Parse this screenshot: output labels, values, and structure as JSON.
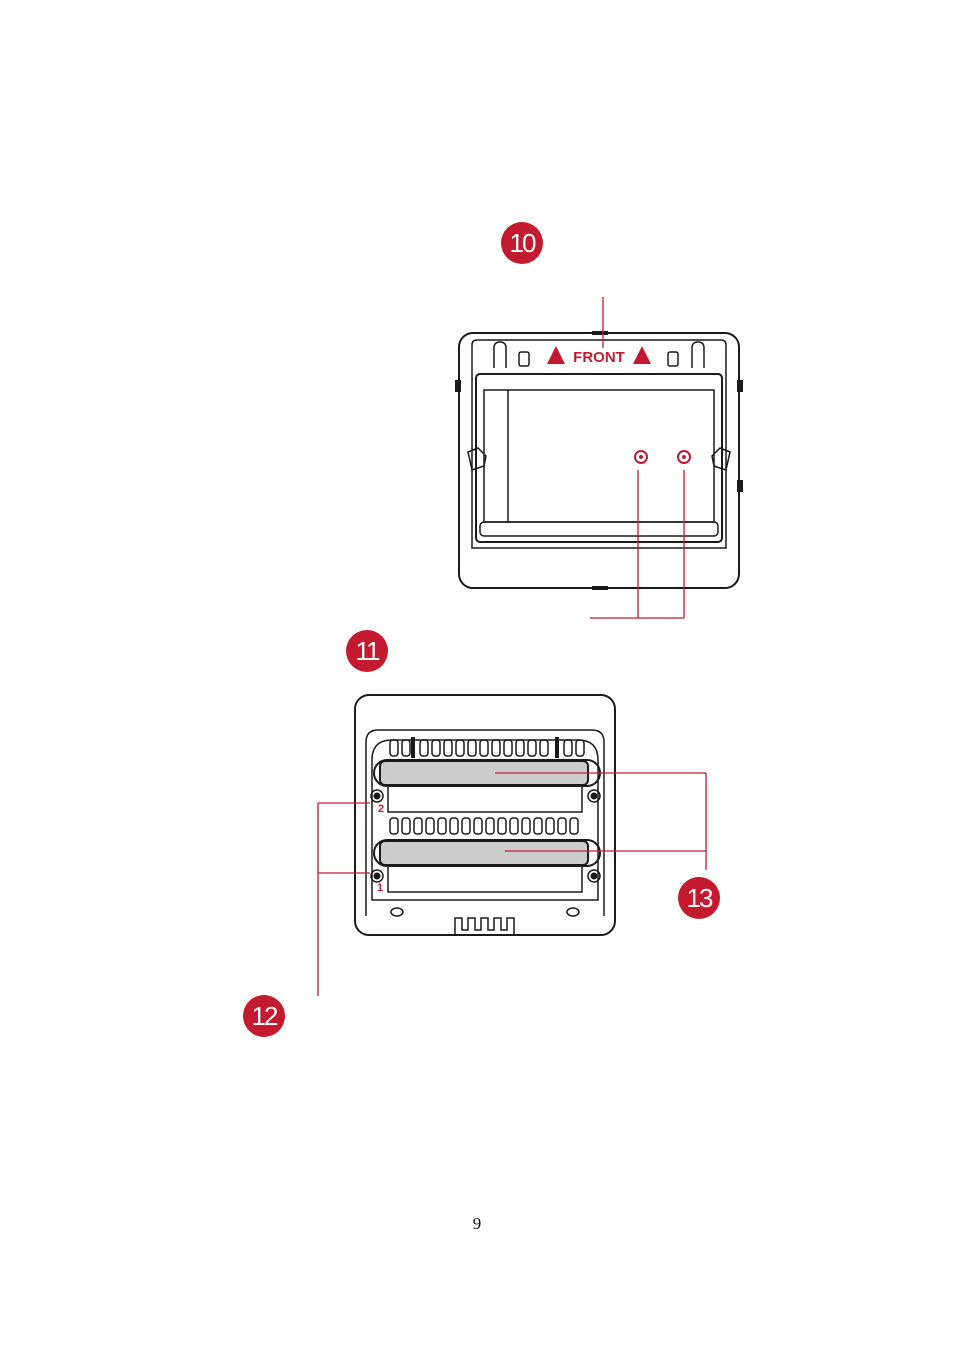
{
  "callouts": {
    "c10": "10",
    "c11": "11",
    "c12": "12",
    "c13": "13"
  },
  "diagram_top": {
    "front_label": "FRONT"
  },
  "diagram_bottom": {
    "slot_label_2": "2",
    "slot_label_1": "1"
  },
  "page_number": "9",
  "colors": {
    "accent": "#c41a30",
    "line": "#1a1a1a",
    "fill_gray": "#cccccc"
  }
}
